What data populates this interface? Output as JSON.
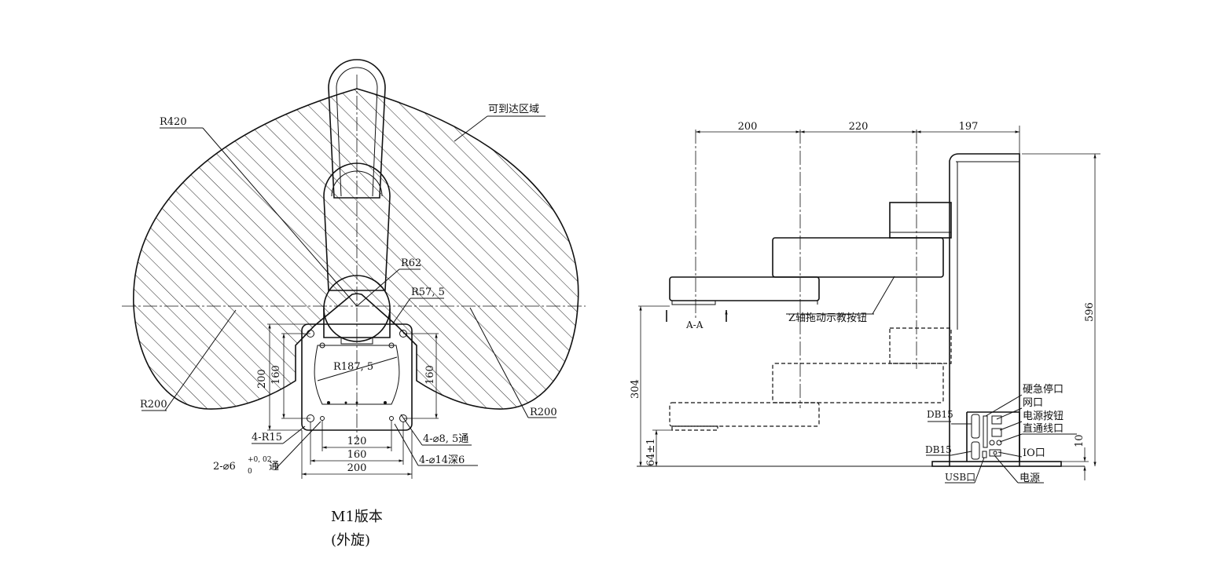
{
  "top_view": {
    "region_label": "可到达区域",
    "radii": {
      "r420": "R420",
      "r62": "R62",
      "r57_5": "R57, 5",
      "r187_5": "R187, 5",
      "r200_left": "R200",
      "r200_right": "R200"
    },
    "dims": {
      "d200_vert": "200",
      "d160_left": "160",
      "d160_right": "160",
      "d120": "120",
      "d160_bottom": "160",
      "d200_bottom": "200"
    },
    "callouts": {
      "corner_radius": "4-R15",
      "pin_hole_main": "2-⌀6",
      "pin_hole_tol_upper": "+0, 02",
      "pin_hole_tol_lower": "0",
      "pin_hole_suffix": "通",
      "through_hole": "4-⌀8, 5通",
      "counterbore": "4-⌀14深6"
    },
    "caption_line1": "M1版本",
    "caption_line2": "(外旋)"
  },
  "side_view": {
    "top_dims": {
      "d200": "200",
      "d220": "220",
      "d197": "197"
    },
    "height_total": "596",
    "height_304": "304",
    "height_64": "64±1",
    "base_10": "10",
    "section_label": "A-A",
    "button_label": "Z轴拖动示教按钮",
    "ports": {
      "db15_top": "DB15",
      "db15_bottom": "DB15",
      "estop": "硬急停口",
      "network": "网口",
      "power_button": "电源按钮",
      "passthrough": "直通线口",
      "io": "IO口",
      "usb": "USB口",
      "power": "电源"
    }
  }
}
